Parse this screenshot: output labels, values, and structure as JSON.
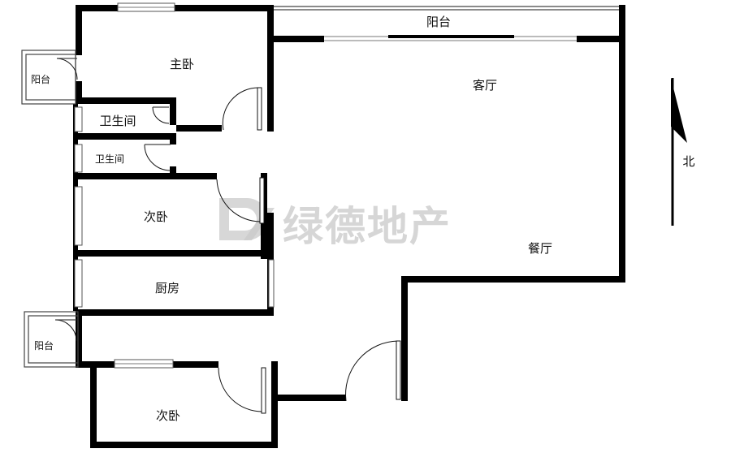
{
  "rooms": {
    "balcony_top": "阳台",
    "master_bedroom": "主卧",
    "balcony_left_top": "阳台",
    "living_room": "客厅",
    "bathroom_1": "卫生间",
    "bathroom_2": "卫生间",
    "second_bedroom_1": "次卧",
    "dining_room": "餐厅",
    "kitchen": "厨房",
    "balcony_left_bottom": "阳台",
    "second_bedroom_2": "次卧"
  },
  "compass": {
    "north_label": "北",
    "icon": "north-arrow-icon"
  },
  "watermark": {
    "text": "绿德地产",
    "icon": "watermark-logo-icon",
    "color": "#c9c9c9"
  },
  "colors": {
    "wall": "#000000",
    "background": "#ffffff"
  }
}
